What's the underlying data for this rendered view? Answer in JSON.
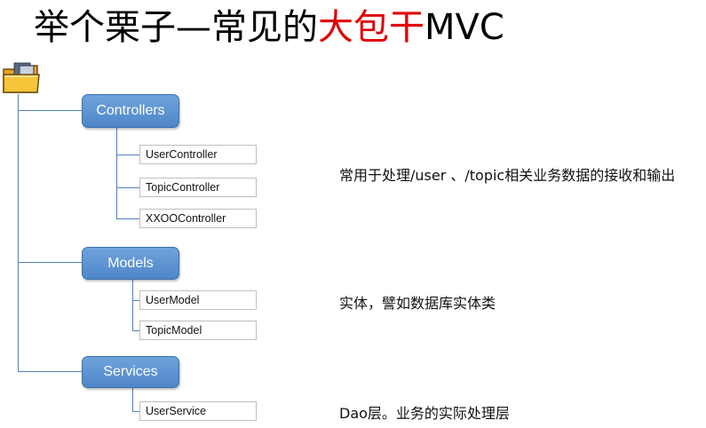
{
  "title": {
    "prefix": "举个栗子—常见的",
    "highlight": "大包干",
    "suffix": "MVC"
  },
  "colors": {
    "highlight": "#e00000",
    "node_fill": "#5b95d3",
    "connector": "#4f81bd"
  },
  "groups": {
    "controllers": {
      "label": "Controllers",
      "items": [
        "UserController",
        "TopicController",
        "XXOOController"
      ],
      "note": "常用于处理/user 、/topic相关业务数据的接收和输出"
    },
    "models": {
      "label": "Models",
      "items": [
        "UserModel",
        "TopicModel"
      ],
      "note": "实体，譬如数据库实体类"
    },
    "services": {
      "label": "Services",
      "items": [
        "UserService"
      ],
      "note": "Dao层。业务的实际处理层"
    }
  },
  "icons": {
    "root": "folder-icon"
  }
}
